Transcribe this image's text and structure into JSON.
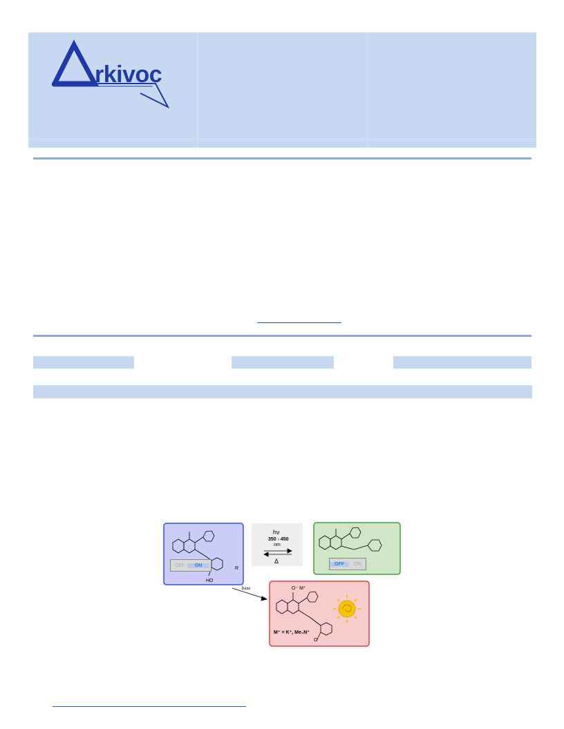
{
  "header": {
    "logo_text": "rkivoc"
  },
  "figure": {
    "switch_on": {
      "off_label": "OFF",
      "on_label": "ON"
    },
    "switch_off": {
      "off_label": "OFF",
      "on_label": "ON"
    },
    "condition_top": "hν",
    "condition_range": "350 - 450",
    "condition_unit": "nm",
    "condition_bottom": "Δ",
    "base_label": "base",
    "cation_label": "M⁺ = K⁺, Me₄N⁺",
    "anion_charge": "O⁻ M⁺",
    "substituent_r": "R",
    "hydroxyl": "HO",
    "carbonyl": "O"
  },
  "colors": {
    "header_bg": "#c6d9f1",
    "rule": "#8eaadb",
    "logo_blue": "#1f3aa8",
    "link_blue": "#2a4fbf",
    "box_blue_bg": "#c9cdf7",
    "box_blue_border": "#3a4fd6",
    "box_green_bg": "#cfe6c7",
    "box_green_border": "#4a9a3e",
    "box_red_bg": "#f8cccc",
    "box_red_border": "#e04040",
    "sun": "#f5c400"
  }
}
